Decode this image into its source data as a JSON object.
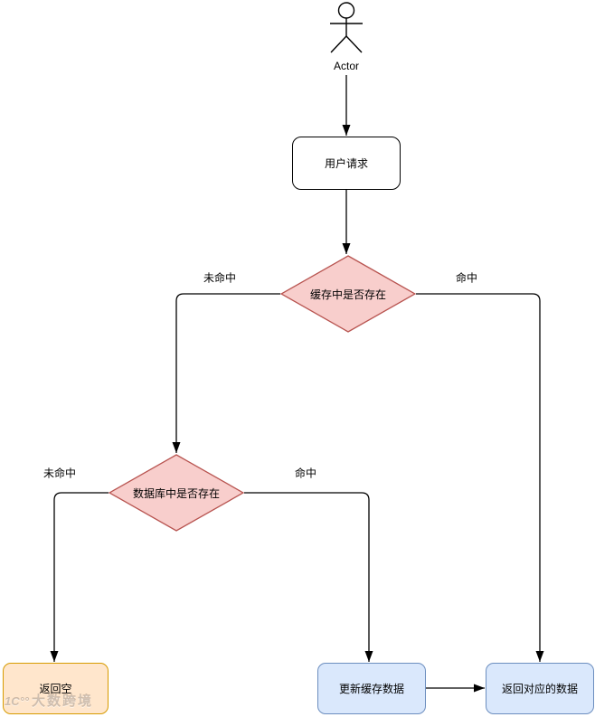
{
  "diagram": {
    "actor": {
      "label": "Actor"
    },
    "nodes": {
      "request": {
        "label": "用户请求"
      },
      "cache_check": {
        "label": "缓存中是否存在"
      },
      "db_check": {
        "label": "数据库中是否存在"
      },
      "return_empty": {
        "label": "返回空"
      },
      "update_cache": {
        "label": "更新缓存数据"
      },
      "return_data": {
        "label": "返回对应的数据"
      }
    },
    "edge_labels": {
      "cache_miss": "未命中",
      "cache_hit": "命中",
      "db_miss": "未命中",
      "db_hit": "命中"
    },
    "colors": {
      "decision_fill": "#f8cecc",
      "decision_stroke": "#b85450",
      "process_fill": "#dae8fc",
      "process_stroke": "#6c8ebf",
      "terminal_fill": "#ffe6cc",
      "terminal_stroke": "#d79b00",
      "line": "#000000"
    },
    "watermark": {
      "logo": "1C°°",
      "text": "大数跨境"
    }
  }
}
